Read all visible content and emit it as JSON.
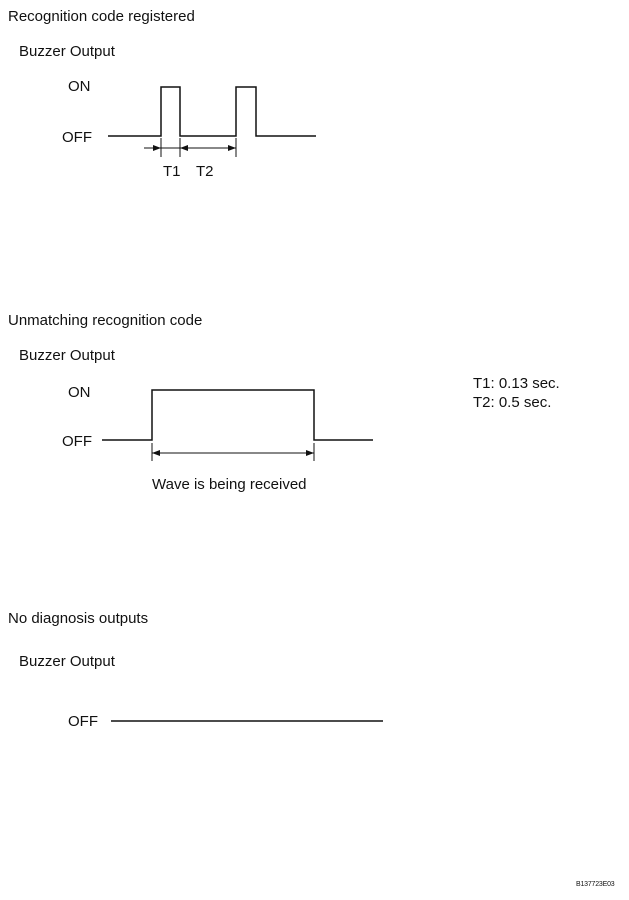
{
  "sections": [
    {
      "heading": "Recognition code registered",
      "signal_label": "Buzzer Output",
      "on_label": "ON",
      "off_label": "OFF",
      "t1_label": "T1",
      "t2_label": "T2"
    },
    {
      "heading": "Unmatching recognition code",
      "signal_label": "Buzzer Output",
      "on_label": "ON",
      "off_label": "OFF",
      "span_label": "Wave is being received"
    },
    {
      "heading": "No diagnosis outputs",
      "signal_label": "Buzzer Output",
      "off_label": "OFF"
    }
  ],
  "timing_notes": [
    "T1: 0.13 sec.",
    "T2: 0.5 sec."
  ],
  "figure_code": "B137723E03"
}
